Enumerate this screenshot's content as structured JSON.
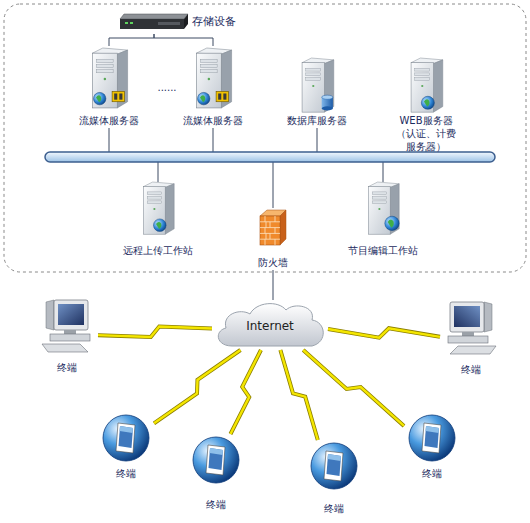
{
  "diagram": {
    "nodes": [
      {
        "text": [
          "存储设备"
        ]
      },
      {
        "text": [
          "流媒体服务器"
        ]
      },
      {
        "text": [
          "流媒体服务器"
        ]
      },
      {
        "text": [
          "数据库服务器"
        ]
      },
      {
        "text": [
          "WEB服务器",
          "（认证、计费服务器）"
        ]
      },
      {
        "text": [
          "远程上传工作站"
        ]
      },
      {
        "text": [
          "防火墙"
        ]
      },
      {
        "text": [
          "节目编辑工作站"
        ]
      },
      {
        "text": [
          "Internet"
        ]
      },
      {
        "text": [
          "终端"
        ]
      },
      {
        "text": [
          "终端"
        ]
      },
      {
        "text": [
          "终端"
        ]
      },
      {
        "text": [
          "终端"
        ]
      },
      {
        "text": [
          "终端"
        ]
      },
      {
        "text": [
          "终端"
        ]
      }
    ],
    "edges": [
      {
        "from": 0,
        "to": 1,
        "arrow": "none"
      },
      {
        "from": 0,
        "to": 2,
        "arrow": "none"
      },
      {
        "from": 6,
        "to": 8,
        "arrow": "none"
      },
      {
        "from": 8,
        "to": 9,
        "arrow": "none"
      },
      {
        "from": 8,
        "to": 10,
        "arrow": "none"
      },
      {
        "from": 8,
        "to": 11,
        "arrow": "none"
      },
      {
        "from": 8,
        "to": 12,
        "arrow": "none"
      },
      {
        "from": 8,
        "to": 13,
        "arrow": "none"
      },
      {
        "from": 8,
        "to": 14,
        "arrow": "none"
      }
    ],
    "labels": [
      "......"
    ]
  }
}
